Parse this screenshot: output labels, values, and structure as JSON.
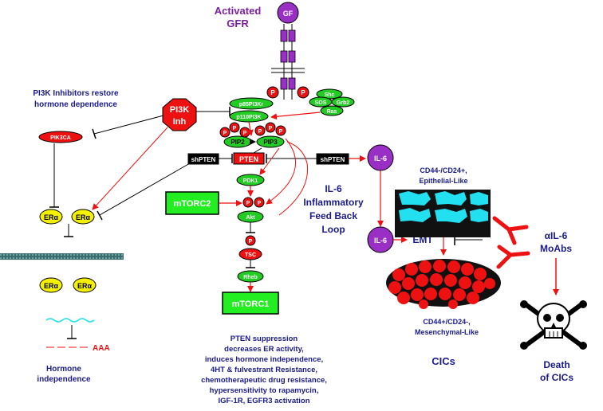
{
  "gfr": {
    "title_line1": "Activated",
    "title_line2": "GFR",
    "ligand": "GF"
  },
  "receptor_complex": {
    "p85": "p85PI3Kr",
    "p110": "p110PI3K",
    "shc": "Shc",
    "sos": "SOS",
    "grb2": "Grb2",
    "ras": "Ras",
    "phospho": "P"
  },
  "pi3k_inh": {
    "line1": "PI3K",
    "line2": "Inh"
  },
  "note_pi3k": {
    "line1": "PI3K Inhibitors restore",
    "line2": "hormone dependence"
  },
  "pik3ca": "PIK3CA",
  "pip2": "PIP2",
  "pip3": "PIP3",
  "pten": "PTEN",
  "shpten_left": "shPTEN",
  "shpten_right": "shPTEN",
  "pdk1": "PDK1",
  "akt": "Akt",
  "tsc": "TSC",
  "rheb": "Rheb",
  "mtorc2": "mTORC2",
  "mtorc1": "mTORC1",
  "er_alpha": "ERα",
  "aaa": "AAA",
  "hormone_indep": {
    "line1": "Hormone",
    "line2": "independence"
  },
  "il6": "IL-6",
  "feedback": {
    "line1": "IL-6",
    "line2": "Inflammatory",
    "line3": "Feed Back",
    "line4": "Loop"
  },
  "epithelial": {
    "line1": "CD44-/CD24+,",
    "line2": "Epithelial-Like"
  },
  "emt": "EMT",
  "mesenchymal": {
    "line1": "CD44+/CD24-,",
    "line2": "Mesenchymal-Like"
  },
  "cics": "CICs",
  "moabs": {
    "line1": "αIL-6",
    "line2": "MoAbs"
  },
  "death": {
    "line1": "Death",
    "line2": "of CICs"
  },
  "summary": [
    "PTEN suppression",
    "decreases ER activity,",
    "induces hormone independence,",
    "4HT & fulvestrant Resistance,",
    "chemotherapeutic drug resistance,",
    "hypersensitivity to rapamycin,",
    "IGF-1R, EGFR3 activation"
  ],
  "colors": {
    "green": "#22cc22",
    "red": "#ee1111",
    "purple": "#9a2fc6",
    "yellow": "#f4f000",
    "blue": "#1a1a8c",
    "cyan": "#22e0f0"
  }
}
